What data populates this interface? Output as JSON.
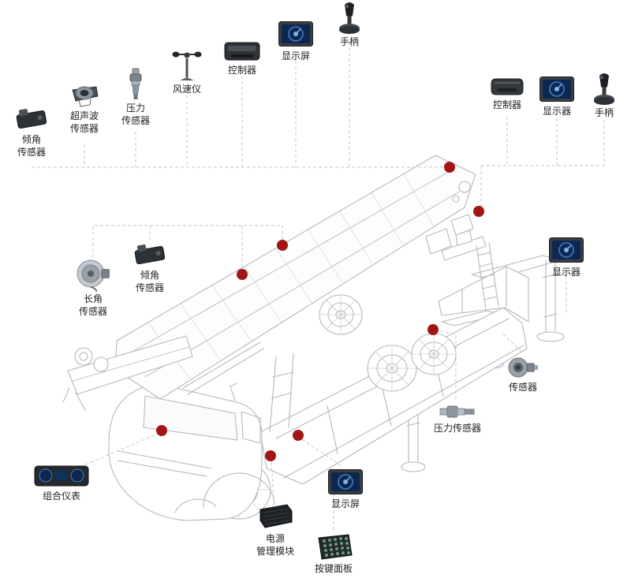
{
  "diagram": {
    "type": "component-callout-diagram",
    "subject": "truck-mounted aerial crane wireframe with sensor callouts",
    "marker_color": "#a31515",
    "connector_color": "#c6c6c6"
  },
  "components": {
    "tilt_sensor_top": {
      "label": "倾角\n传感器",
      "icon": "tilt-sensor-icon"
    },
    "ultrasonic_sensor": {
      "label": "超声波\n传感器",
      "icon": "ultrasonic-sensor-icon"
    },
    "pressure_sensor_top": {
      "label": "压力\n传感器",
      "icon": "pressure-sensor-icon"
    },
    "anemometer": {
      "label": "风速仪",
      "icon": "anemometer-icon"
    },
    "controller_top": {
      "label": "控制器",
      "icon": "controller-icon"
    },
    "display_top": {
      "label": "显示屏",
      "icon": "display-icon"
    },
    "joystick_top": {
      "label": "手柄",
      "icon": "joystick-icon"
    },
    "controller_right": {
      "label": "控制器",
      "icon": "controller-icon"
    },
    "display_right": {
      "label": "显示器",
      "icon": "display-icon"
    },
    "joystick_right": {
      "label": "手柄",
      "icon": "joystick-icon"
    },
    "length_angle_sensor": {
      "label": "长角\n传感器",
      "icon": "cable-reel-sensor-icon"
    },
    "tilt_sensor_mid": {
      "label": "倾角\n传感器",
      "icon": "tilt-sensor-icon"
    },
    "display_mid_right": {
      "label": "显示器",
      "icon": "display-icon"
    },
    "sensor_right": {
      "label": "传感器",
      "icon": "sensor-icon"
    },
    "pressure_sensor_right": {
      "label": "压力传感器",
      "icon": "pressure-sensor-icon"
    },
    "combo_instrument": {
      "label": "组合仪表",
      "icon": "instrument-cluster-icon"
    },
    "display_bottom": {
      "label": "显示屏",
      "icon": "display-icon"
    },
    "power_module": {
      "label": "电源\n管理模块",
      "icon": "power-module-icon"
    },
    "keypad_panel": {
      "label": "按键面板",
      "icon": "keypad-icon"
    }
  }
}
